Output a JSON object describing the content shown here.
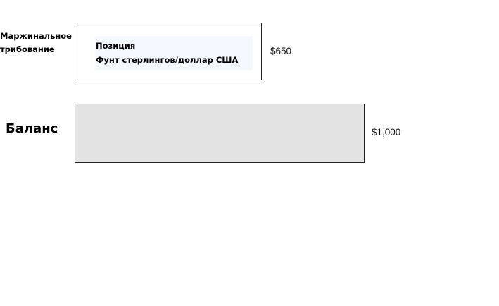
{
  "margin": {
    "label_line1": "Маржинальное",
    "label_line2": "трибование",
    "value": "$650",
    "box_fill": "#ffffff",
    "position": {
      "title": "Позиция",
      "instrument": "Фунт стерлингов/доллар США",
      "card_fill": "#f4f8ff"
    }
  },
  "balance": {
    "label": "Баланс",
    "value": "$1,000",
    "box_fill": "#e3e3e3"
  }
}
